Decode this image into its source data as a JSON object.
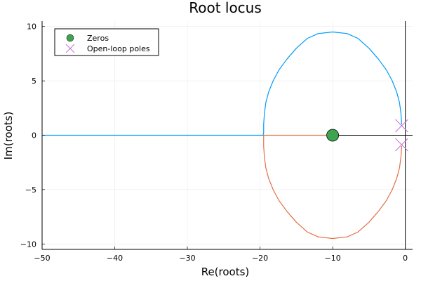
{
  "chart_data": {
    "type": "line",
    "title": "Root locus",
    "xlabel": "Re(roots)",
    "ylabel": "Im(roots)",
    "xlim": [
      -50,
      0
    ],
    "ylim": [
      -10,
      10
    ],
    "xticks": [
      -50,
      -40,
      -30,
      -20,
      -10,
      0
    ],
    "yticks": [
      -10,
      -5,
      0,
      5,
      10
    ],
    "grid": true,
    "legend": "top-left",
    "series": [
      {
        "color": "#009AFA",
        "points": [
          [
            -0.5,
            1
          ],
          [
            -0.6,
            2
          ],
          [
            -0.8,
            3
          ],
          [
            -1.2,
            4
          ],
          [
            -1.8,
            5
          ],
          [
            -2.6,
            6
          ],
          [
            -3.7,
            7
          ],
          [
            -5.0,
            8
          ],
          [
            -6.5,
            8.9
          ],
          [
            -8.0,
            9.35
          ],
          [
            -10,
            9.5
          ],
          [
            -12,
            9.35
          ],
          [
            -13.5,
            8.9
          ],
          [
            -15,
            8
          ],
          [
            -16.3,
            7
          ],
          [
            -17.4,
            6
          ],
          [
            -18.2,
            5
          ],
          [
            -18.8,
            4
          ],
          [
            -19.2,
            3
          ],
          [
            -19.4,
            2
          ],
          [
            -19.5,
            1
          ],
          [
            -19.5,
            0.2
          ],
          [
            -19.6,
            0
          ],
          [
            -25,
            0
          ],
          [
            -35,
            0
          ],
          [
            -50,
            0
          ]
        ]
      },
      {
        "color": "#E36F47",
        "points": [
          [
            -0.5,
            -1
          ],
          [
            -0.6,
            -2
          ],
          [
            -0.8,
            -3
          ],
          [
            -1.2,
            -4
          ],
          [
            -1.8,
            -5
          ],
          [
            -2.6,
            -6
          ],
          [
            -3.7,
            -7
          ],
          [
            -5.0,
            -8
          ],
          [
            -6.5,
            -8.9
          ],
          [
            -8.0,
            -9.35
          ],
          [
            -10,
            -9.5
          ],
          [
            -12,
            -9.35
          ],
          [
            -13.5,
            -8.9
          ],
          [
            -15,
            -8
          ],
          [
            -16.3,
            -7
          ],
          [
            -17.4,
            -6
          ],
          [
            -18.2,
            -5
          ],
          [
            -18.8,
            -4
          ],
          [
            -19.2,
            -3
          ],
          [
            -19.4,
            -2
          ],
          [
            -19.5,
            -1
          ],
          [
            -19.5,
            -0.2
          ],
          [
            -19.5,
            0
          ],
          [
            -15,
            0
          ],
          [
            -10.2,
            0
          ]
        ]
      }
    ],
    "zeros": {
      "name": "Zeros",
      "color": "#3EA44E",
      "points": [
        [
          -10,
          0
        ]
      ]
    },
    "poles": {
      "name": "Open-loop poles",
      "color": "#C271D2",
      "points": [
        [
          -0.5,
          0.87
        ],
        [
          -0.5,
          -0.87
        ]
      ]
    }
  }
}
